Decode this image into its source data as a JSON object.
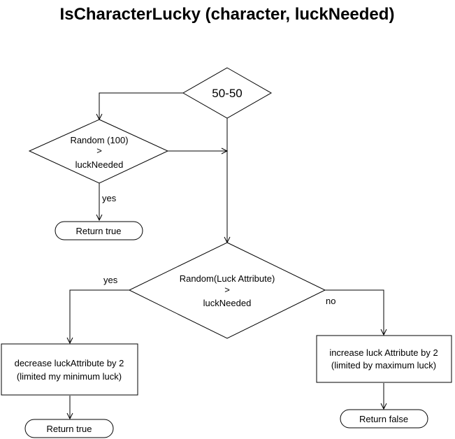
{
  "title": "IsCharacterLucky (character, luckNeeded)",
  "nodes": {
    "fifty_fifty": "50-50",
    "random100": [
      "Random (100)",
      ">",
      "luckNeeded"
    ],
    "return_true_top": "Return true",
    "random_luck": [
      "Random(Luck Attribute)",
      ">",
      "luckNeeded"
    ],
    "decrease": [
      "decrease luckAttribute by 2",
      "(limited my minimum luck)"
    ],
    "increase": [
      "increase luck Attribute by 2",
      "(limited by maximum luck)"
    ],
    "return_true_bottom": "Return true",
    "return_false": "Return false"
  },
  "edges": {
    "yes_top": "yes",
    "yes_left": "yes",
    "no_right": "no"
  }
}
